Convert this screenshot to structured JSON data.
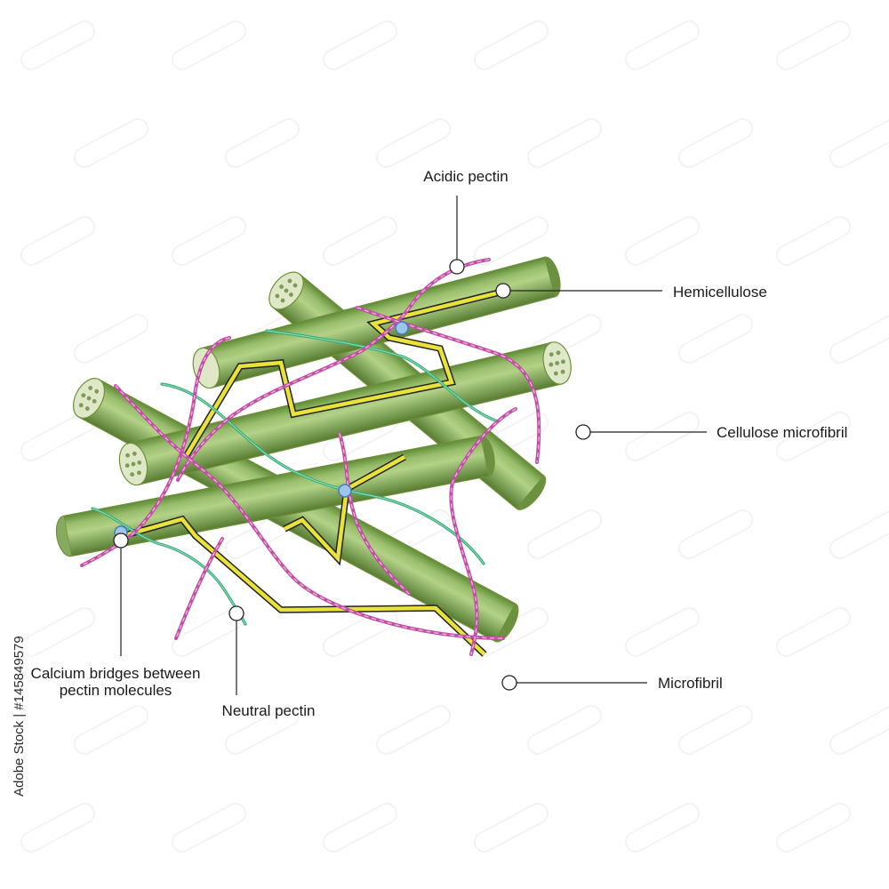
{
  "labels": {
    "acidic_pectin": "Acidic pectin",
    "hemicellulose": "Hemicellulose",
    "cellulose_microfibril": "Cellulose microfibril",
    "microfibril": "Microfibril",
    "calcium_bridges_line1": "Calcium bridges between",
    "calcium_bridges_line2": "pectin molecules",
    "neutral_pectin": "Neutral pectin"
  },
  "watermark": {
    "stock_id": "#145849579",
    "brand": "Adobe Stock"
  },
  "colors": {
    "background": "#ffffff",
    "microfibril_green": "#7fa35a",
    "hemicellulose_yellow": "#e8e23a",
    "acidic_pectin_pink": "#c24fa5",
    "neutral_pectin_green": "#3aa978",
    "calcium_blue": "#9cc6ea"
  }
}
